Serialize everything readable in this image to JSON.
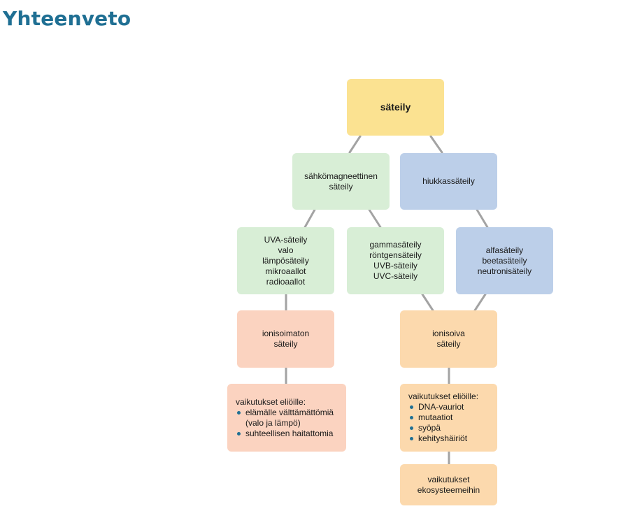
{
  "page": {
    "title": "Yhteenveto"
  },
  "nodes": {
    "root": "säteily",
    "em": "sähkömagneettinen\nsäteily",
    "particle": "hiukkassäteily",
    "em_nonionizing": "UVA-säteily\nvalo\nlämpösäteily\nmikroaallot\nradioaallot",
    "em_ionizing": "gammasäteily\nröntgensäteily\nUVB-säteily\nUVC-säteily",
    "particle_types": "alfasäteily\nbeetasäteily\nneutronisäteily",
    "nonionizing": "ionisoimaton\nsäteily",
    "ionizing": "ionisoiva\nsäteily",
    "ecosystem": "vaikutukset\nekosysteemeihin"
  },
  "effects_nonionizing": {
    "heading": "vaikutukset eliöille:",
    "items": [
      "elämälle välttämättömiä\n(valo ja lämpö)",
      "suhteellisen haitattomia"
    ]
  },
  "effects_ionizing": {
    "heading": "vaikutukset eliöille:",
    "items": [
      "DNA-vauriot",
      "mutaatiot",
      "syöpä",
      "kehityshäiriöt"
    ]
  },
  "colors": {
    "title": "#1f6f93",
    "connector": "#a3a3a3",
    "yellow": "#fbe291",
    "green": "#d8eed6",
    "blue": "#bccfe9",
    "salmon": "#fbd3c0",
    "peach": "#fcd9ad"
  }
}
